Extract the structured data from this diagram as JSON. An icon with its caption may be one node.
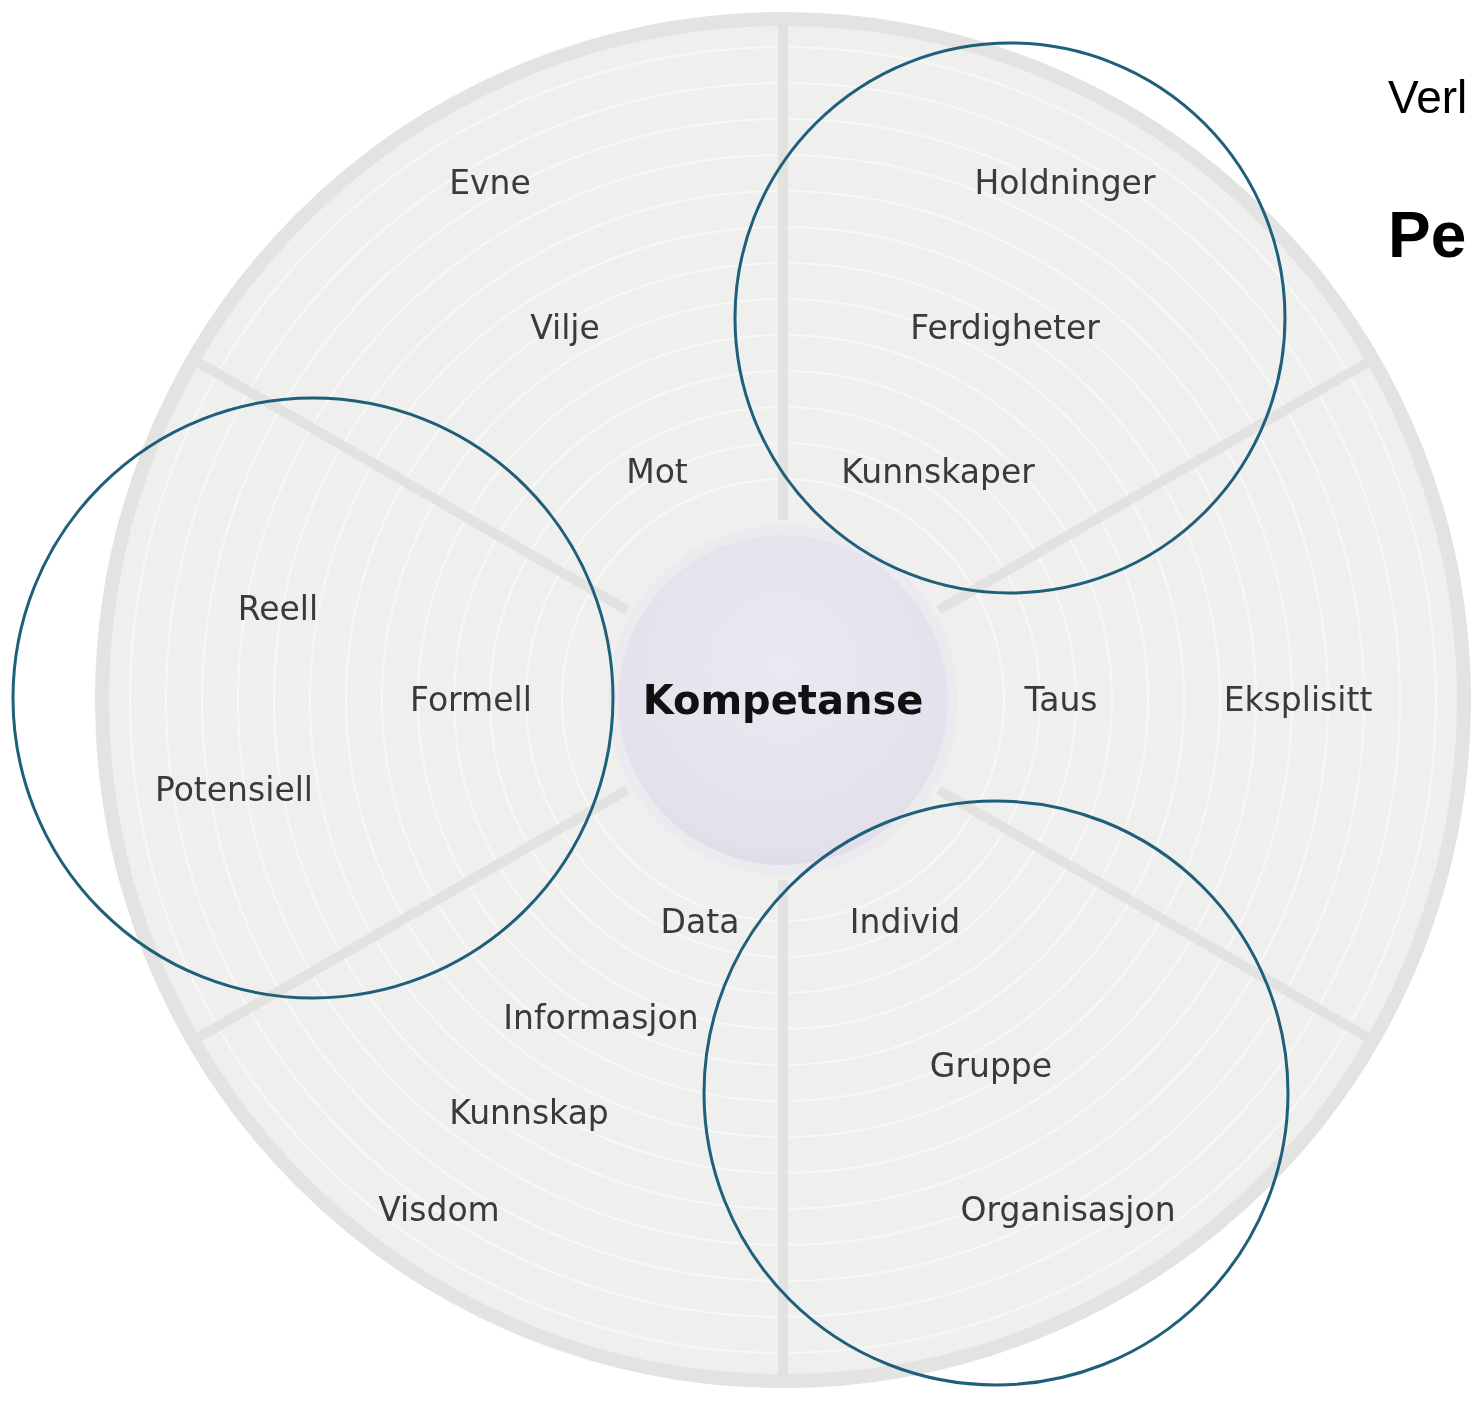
{
  "diagram": {
    "nodes": [
      {
        "text": [
          "Kompetanse"
        ]
      }
    ],
    "labels": [
      "Verl",
      "Evne",
      "Holdninger",
      "Pe",
      "Vilje",
      "Ferdigheter",
      "Mot",
      "Kunnskaper",
      "Reell",
      "Formell",
      "Taus",
      "Eksplisitt",
      "Potensiell",
      "Data",
      "Individ",
      "Informasjon",
      "Gruppe",
      "Kunnskap",
      "Visdom",
      "Organisasjon"
    ]
  }
}
